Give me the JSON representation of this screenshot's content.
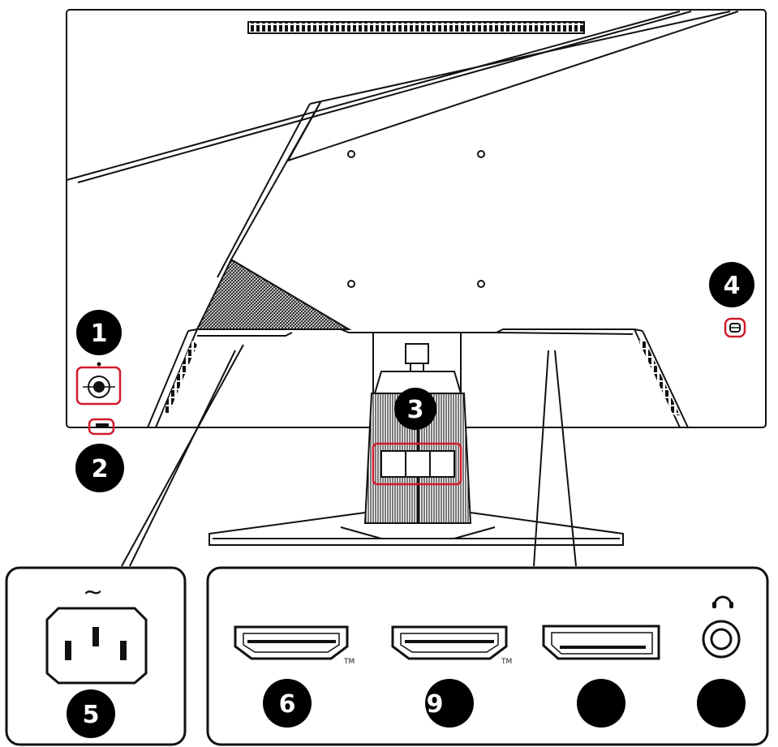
{
  "callouts": [
    {
      "id": "1",
      "label": "1"
    },
    {
      "id": "2",
      "label": "2"
    },
    {
      "id": "3",
      "label": "3"
    },
    {
      "id": "4",
      "label": "4"
    },
    {
      "id": "5",
      "label": "5"
    },
    {
      "id": "6",
      "label": "6"
    },
    {
      "id": "7",
      "label": "9"
    },
    {
      "id": "8",
      "label": ""
    },
    {
      "id": "9",
      "label": ""
    }
  ],
  "power_panel": {
    "ac_symbol": "~"
  },
  "io_panel": {
    "hdmi1_tm": "TM",
    "hdmi2_tm": "TM"
  },
  "colors": {
    "line": "#111111",
    "highlight": "#d11a2a",
    "badge": "#000000"
  },
  "icons": [
    "power-button-icon",
    "joystick-icon",
    "ac-inlet-icon",
    "hdmi-port-icon",
    "displayport-icon",
    "headphone-icon",
    "kensington-lock-icon"
  ]
}
